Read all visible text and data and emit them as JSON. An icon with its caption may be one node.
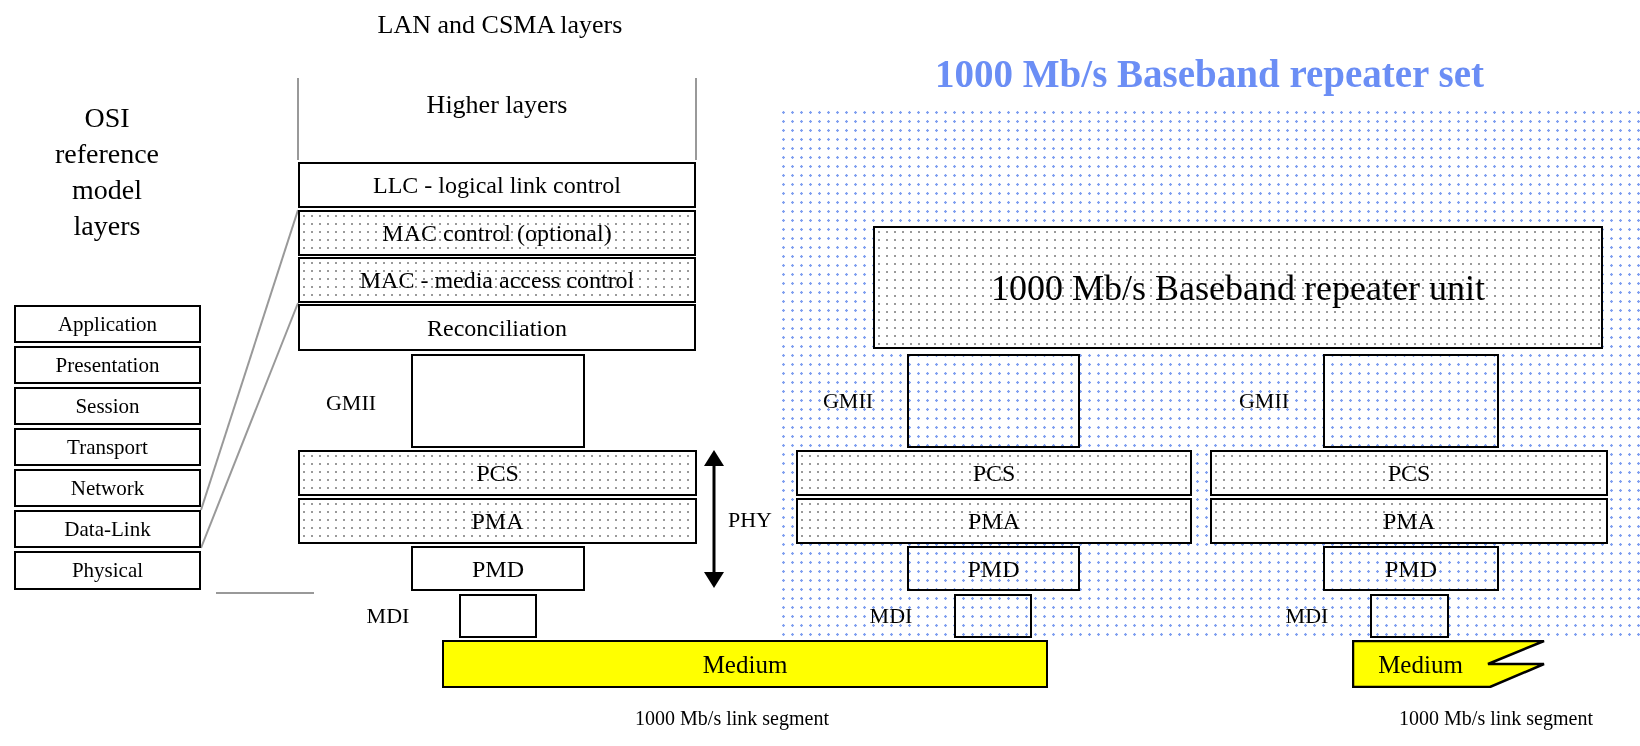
{
  "diagram": {
    "title": "1000 Mb/s Baseband repeater set",
    "nodes": [
      {
        "text": [
          "Application"
        ]
      },
      {
        "text": [
          "Presentation"
        ]
      },
      {
        "text": [
          "Session"
        ]
      },
      {
        "text": [
          "Transport"
        ]
      },
      {
        "text": [
          "Network"
        ]
      },
      {
        "text": [
          "Data-Link"
        ]
      },
      {
        "text": [
          "Physical"
        ]
      },
      {
        "text": [
          "LLC - logical link control"
        ]
      },
      {
        "text": [
          "MAC control (optional)"
        ]
      },
      {
        "text": [
          "MAC - media access control"
        ]
      },
      {
        "text": [
          "Reconciliation"
        ]
      },
      {
        "text": [],
        "shape": "box",
        "beside": [
          "GMII"
        ]
      },
      {
        "text": [
          "PCS"
        ]
      },
      {
        "text": [
          "PMA"
        ]
      },
      {
        "text": [
          "PMD"
        ]
      },
      {
        "text": [],
        "shape": "box"
      },
      {
        "text": [
          "Medium"
        ],
        "beside": [
          "1000 Mb/s link segment"
        ]
      },
      {
        "text": [],
        "shape": "box"
      },
      {
        "text": [
          "1000 Mb/s Baseband repeater unit"
        ],
        "in": 17
      },
      {
        "text": [],
        "shape": "box",
        "in": 17,
        "beside": [
          "GMII"
        ]
      },
      {
        "text": [],
        "shape": "box",
        "in": 17,
        "beside": [
          "GMII"
        ]
      },
      {
        "text": [
          "PCS"
        ],
        "in": 17
      },
      {
        "text": [
          "PCS"
        ],
        "in": 17
      },
      {
        "text": [
          "PMA"
        ],
        "in": 17
      },
      {
        "text": [
          "PMA"
        ],
        "in": 17
      },
      {
        "text": [
          "PMD"
        ],
        "in": 17
      },
      {
        "text": [
          "PMD"
        ],
        "in": 17
      },
      {
        "text": [],
        "shape": "box",
        "in": 17
      },
      {
        "text": [],
        "shape": "box",
        "in": 17
      },
      {
        "text": [
          "Medium"
        ],
        "beside": [
          "1000 Mb/s link segment"
        ]
      }
    ],
    "edges": [
      {
        "from": 5,
        "to": 8,
        "arrow": "none",
        "color": "#999999"
      },
      {
        "from": 5,
        "to": 9,
        "arrow": "none",
        "color": "#999999"
      }
    ],
    "labels": [
      "LAN and CSMA layers",
      "Higher layers",
      "OSI reference model layers",
      "PHY",
      "MDI",
      "MDI",
      "MDI"
    ]
  }
}
